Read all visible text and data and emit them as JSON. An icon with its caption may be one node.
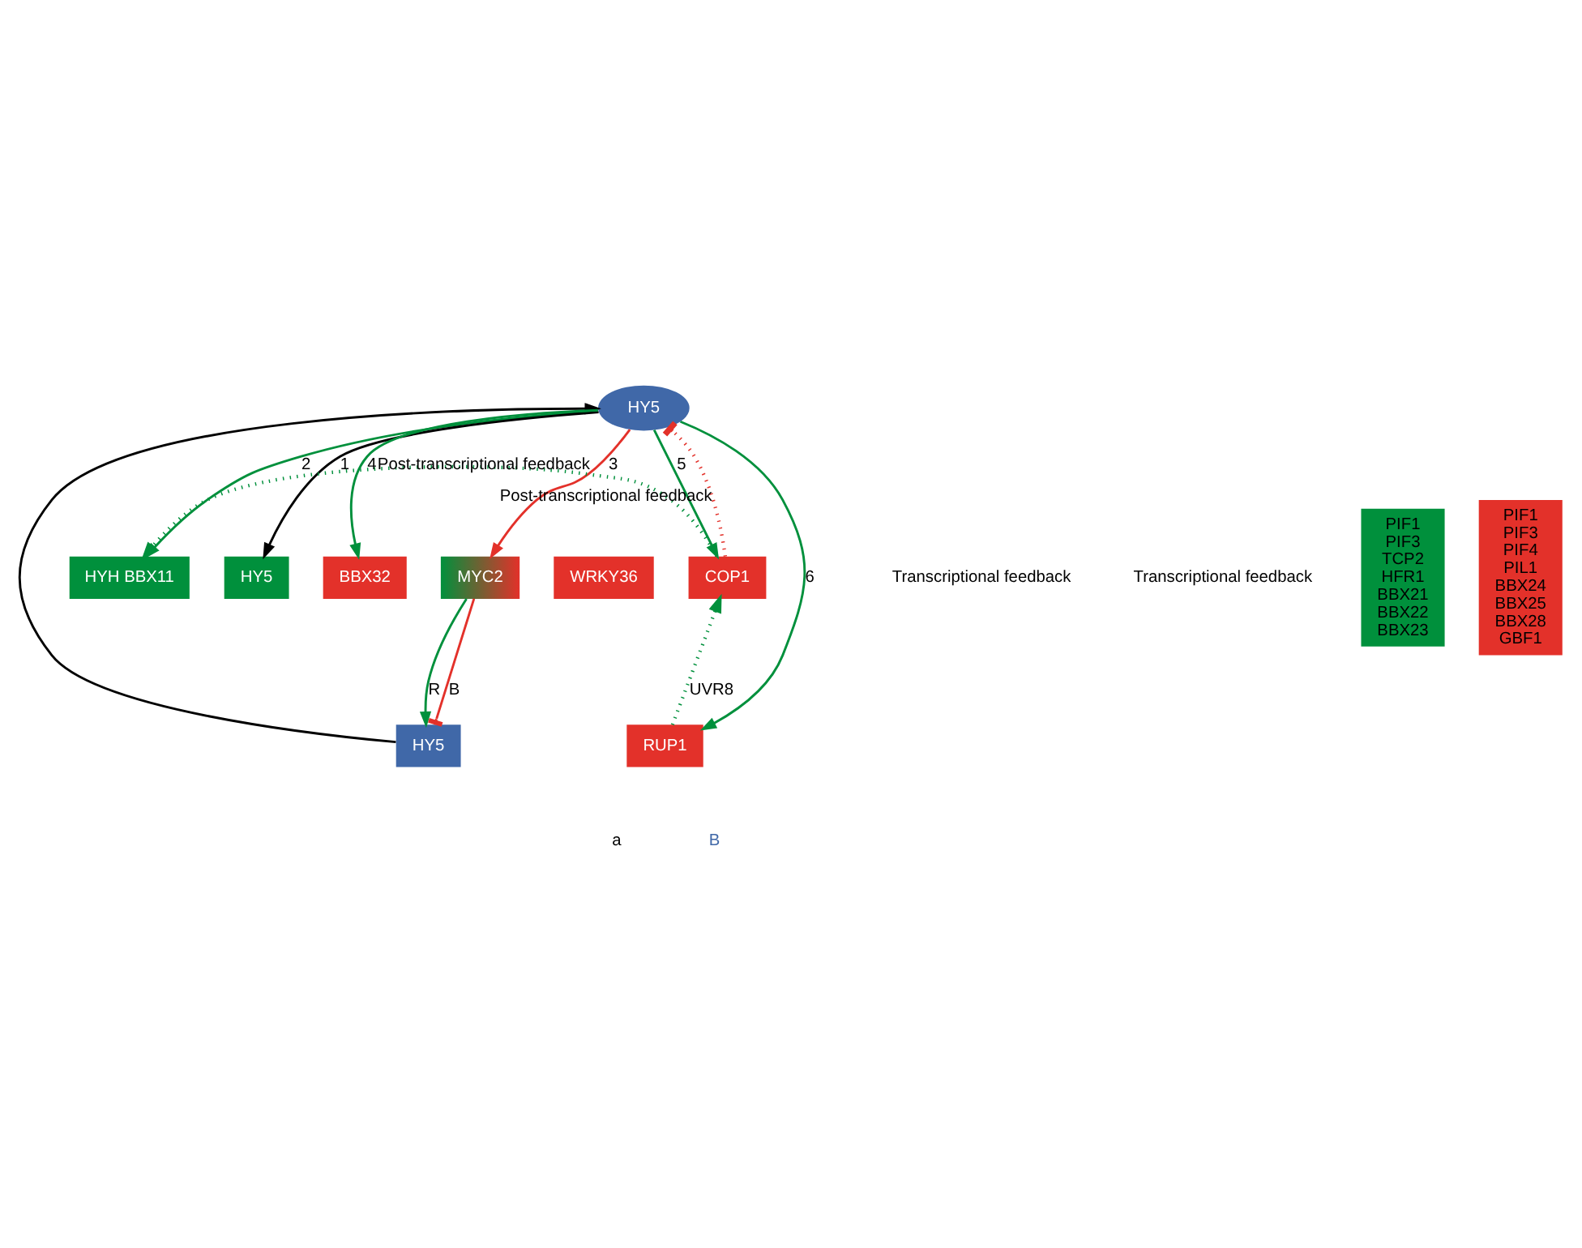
{
  "diagram": {
    "nodes": [
      {
        "text": [
          "HYH BBX11"
        ]
      },
      {
        "text": [
          "HY5"
        ]
      },
      {
        "text": [
          "PIF1 PIF3 TCP2 HFR1 BBX21 BBX22 BBX23"
        ]
      },
      {
        "text": [
          "PIF1 PIF3 PIF4 PIL1 BBX24 BBX25 BBX28 GBF1"
        ]
      },
      {
        "text": [
          "BBX32"
        ]
      },
      {
        "text": [
          "MYC2"
        ]
      },
      {
        "text": [
          "HY5"
        ]
      },
      {
        "text": [
          "HY5"
        ]
      },
      {
        "text": [
          "WRKY36"
        ]
      },
      {
        "text": [
          "COP1"
        ]
      },
      {
        "text": [
          "RUP1"
        ]
      }
    ],
    "edges": [
      {
        "from": 7,
        "to": 0,
        "arrow": "to",
        "label": "2"
      },
      {
        "from": 7,
        "to": 1,
        "arrow": "to",
        "label": "1",
        "color": "#000000"
      },
      {
        "from": 7,
        "to": 5,
        "arrow": "to",
        "label": "3",
        "color": "#e3312a"
      },
      {
        "from": 5,
        "to": 6,
        "arrow": "to",
        "label": "R"
      },
      {
        "from": 5,
        "to": 6,
        "arrow": "other",
        "label": "B",
        "color": "#e3312a"
      },
      {
        "from": 6,
        "to": 7,
        "arrow": "to",
        "color": "#000000"
      },
      {
        "from": 7,
        "to": 4,
        "arrow": "to",
        "label": "4"
      },
      {
        "from": 7,
        "to": 9,
        "arrow": "to",
        "label": "5"
      },
      {
        "from": 7,
        "to": 10,
        "arrow": "to",
        "label": "6"
      },
      {
        "from": 9,
        "to": 7,
        "arrow": "other",
        "style": "dashed",
        "color": "#e3312a",
        "label": "Post-transcriptional feedback"
      },
      {
        "from": 9,
        "to": 0,
        "arrow": "to",
        "style": "dashed",
        "label": "Post-transcriptional feedback"
      },
      {
        "from": 10,
        "to": 9,
        "arrow": "to",
        "style": "dashed",
        "label": "UVR8"
      }
    ],
    "labels": [
      "Transcriptional feedback",
      "Transcriptional feedback",
      "a",
      "B"
    ]
  }
}
